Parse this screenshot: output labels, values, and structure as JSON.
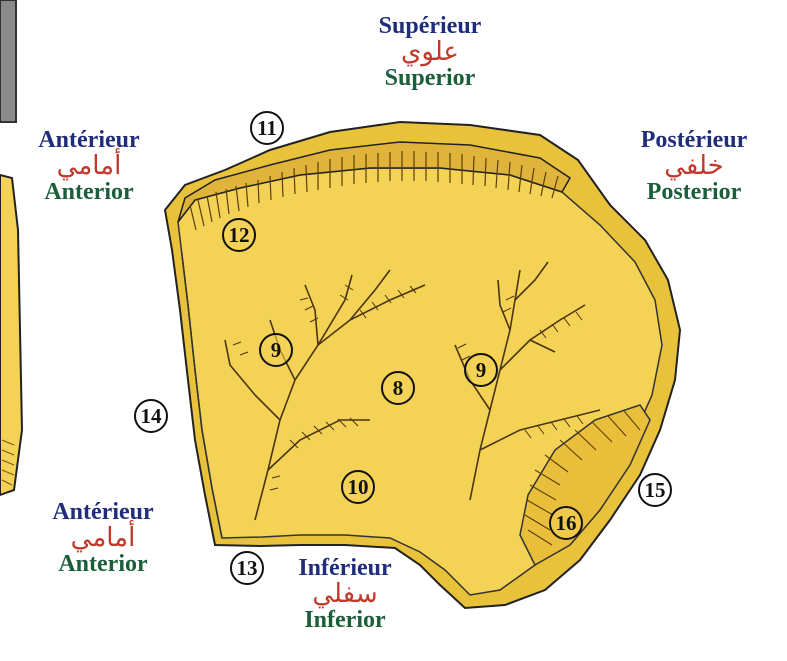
{
  "orientation": {
    "superior": {
      "fr": "Supérieur",
      "ar": "علوي",
      "en": "Superior"
    },
    "anterior_top": {
      "fr": "Antérieur",
      "ar": "أمامي",
      "en": "Anterior"
    },
    "posterior": {
      "fr": "Postérieur",
      "ar": "خلفي",
      "en": "Posterior"
    },
    "anterior_bottom": {
      "fr": "Antérieur",
      "ar": "أمامي",
      "en": "Anterior"
    },
    "inferior": {
      "fr": "Inférieur",
      "ar": "سفلي",
      "en": "Inferior"
    }
  },
  "markers": {
    "m8": "8",
    "m9a": "9",
    "m9b": "9",
    "m10": "10",
    "m11": "11",
    "m12": "12",
    "m13": "13",
    "m14": "14",
    "m15": "15",
    "m16": "16"
  },
  "colors": {
    "bone_fill": "#f4d255",
    "bone_edge": "#c9a227",
    "outline": "#222222",
    "french": "#1f2d7a",
    "arabic": "#c0392b",
    "english": "#1b5e3a"
  }
}
